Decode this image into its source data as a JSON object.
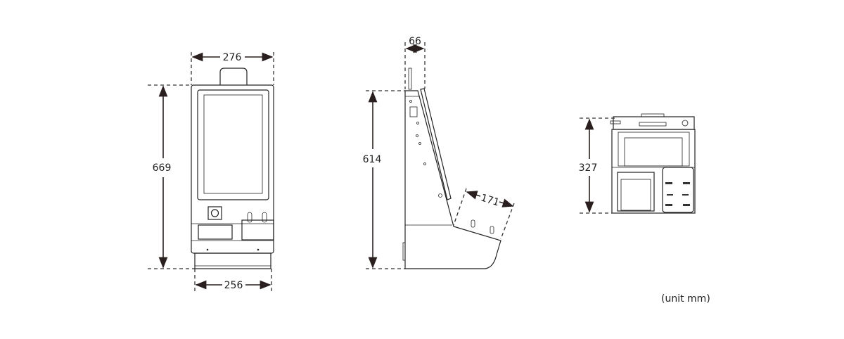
{
  "front_view": {
    "width_top": "276",
    "height": "669",
    "width_base": "256"
  },
  "side_view": {
    "depth_top": "66",
    "height": "614",
    "tray_length": "171"
  },
  "rear_view": {
    "height": "327"
  },
  "unit_label": "(unit mm)"
}
